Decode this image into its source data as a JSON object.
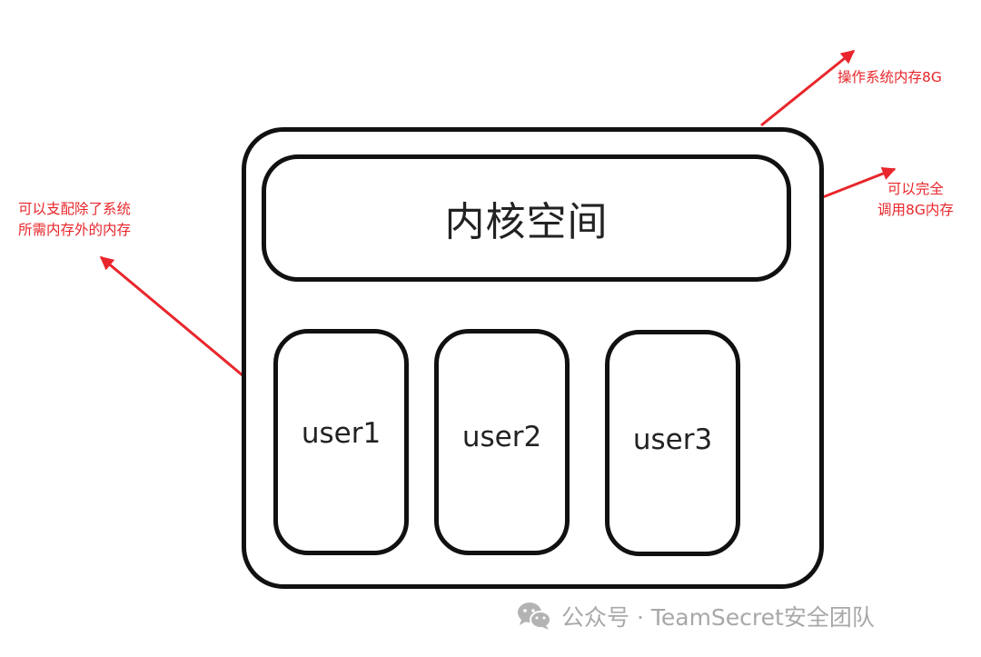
{
  "diagram": {
    "kernel_label": "内核空间",
    "users": [
      {
        "label": "user1"
      },
      {
        "label": "user2"
      },
      {
        "label": "user3"
      }
    ],
    "annotations": {
      "os_memory": "操作系统内存8G",
      "kernel_line1": "可以完全",
      "kernel_line2": "调用8G内存",
      "user_line1": "可以支配除了系统",
      "user_line2": "所需内存外的内存"
    }
  },
  "watermark": {
    "icon": "wechat-icon",
    "text": "公众号 · TeamSecret安全团队"
  },
  "colors": {
    "annotation": "#e8262b",
    "outline": "#111111",
    "watermark": "#a8a8a8"
  }
}
